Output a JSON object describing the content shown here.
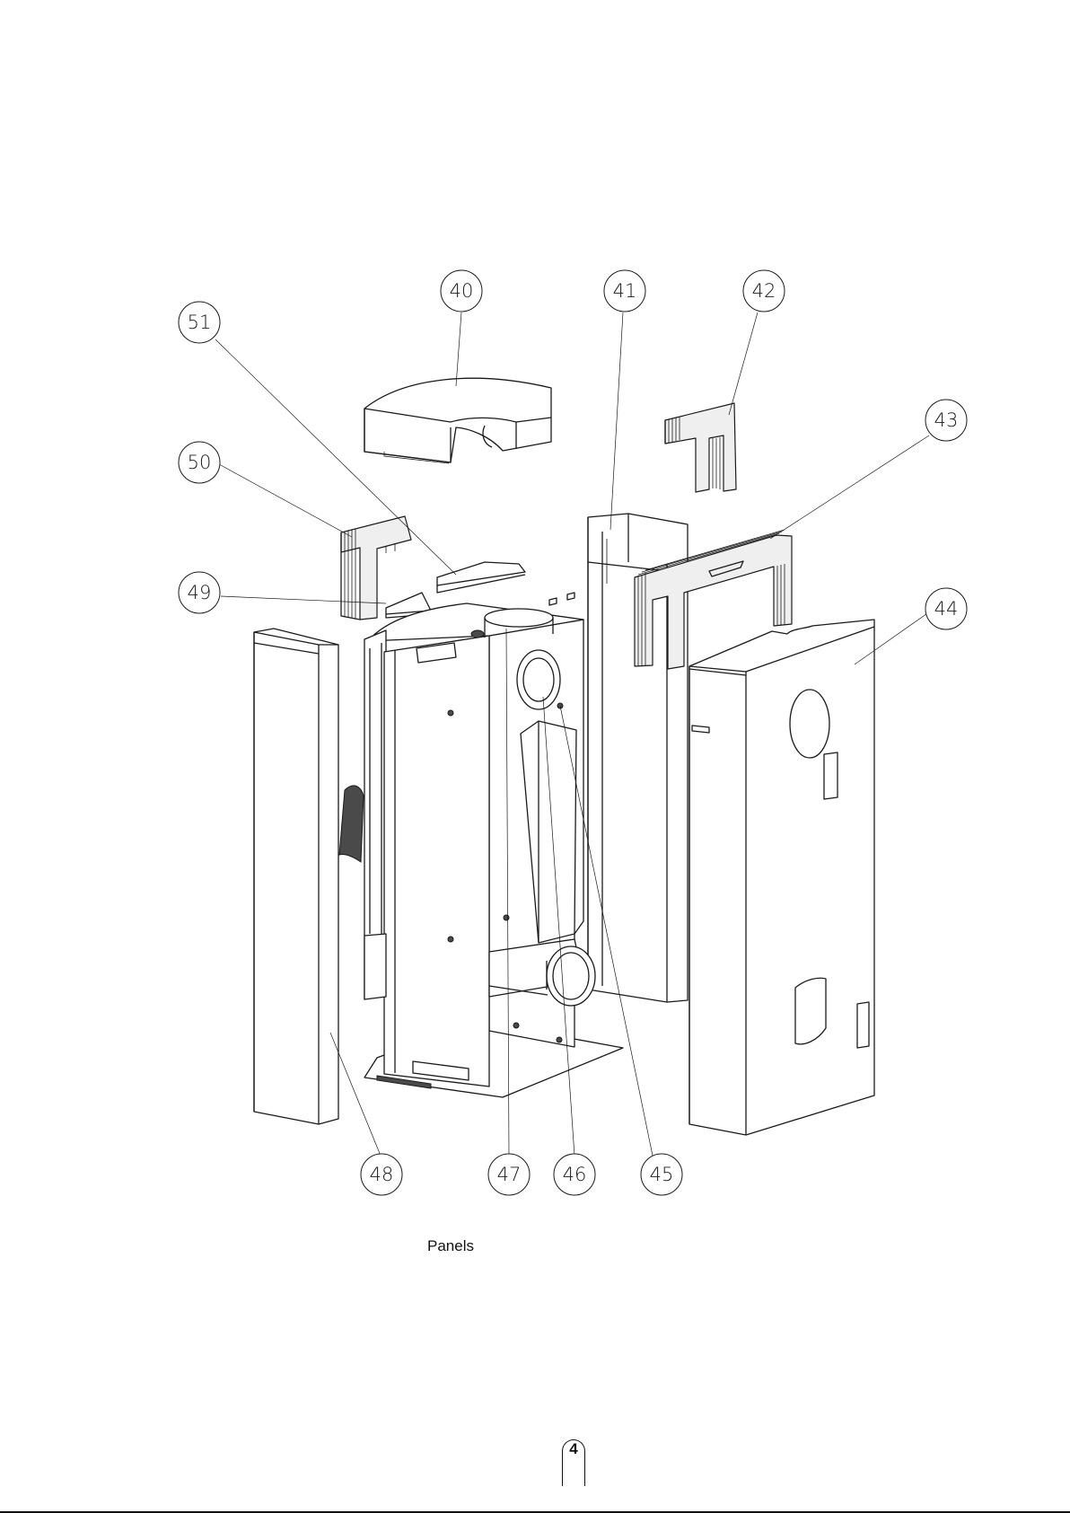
{
  "caption": "Panels",
  "page_number": "4",
  "callouts": {
    "c40": "40",
    "c41": "41",
    "c42": "42",
    "c43": "43",
    "c44": "44",
    "c45": "45",
    "c46": "46",
    "c47": "47",
    "c48": "48",
    "c49": "49",
    "c50": "50",
    "c51": "51"
  }
}
